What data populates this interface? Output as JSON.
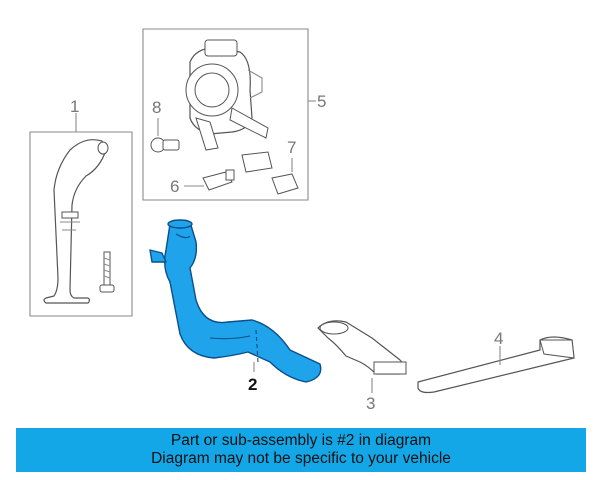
{
  "callouts": {
    "c1": "1",
    "c2": "2",
    "c3": "3",
    "c4": "4",
    "c5": "5",
    "c6": "6",
    "c7": "7",
    "c8": "8"
  },
  "banner": {
    "line1": "Part or sub-assembly is #2 in diagram",
    "line2": "Diagram may not be specific to your vehicle"
  },
  "colors": {
    "highlight_part": "#1fa3ea",
    "banner_background": "#14a7e8"
  }
}
